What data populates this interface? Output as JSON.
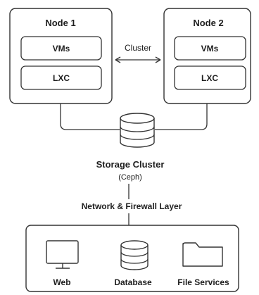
{
  "nodes": [
    {
      "title": "Node 1",
      "items": [
        "VMs",
        "LXC"
      ]
    },
    {
      "title": "Node 2",
      "items": [
        "VMs",
        "LXC"
      ]
    }
  ],
  "cluster_link": {
    "label": "Cluster"
  },
  "storage": {
    "title": "Storage Cluster",
    "subtitle": "(Ceph)"
  },
  "network": {
    "label": "Network & Firewall Layer"
  },
  "services": [
    {
      "label": "Web",
      "icon": "monitor-icon"
    },
    {
      "label": "Database",
      "icon": "database-icon"
    },
    {
      "label": "File Services",
      "icon": "folder-icon"
    }
  ],
  "colors": {
    "stroke": "#333333",
    "fill": "#ffffff",
    "text": "#1e1e1e"
  }
}
